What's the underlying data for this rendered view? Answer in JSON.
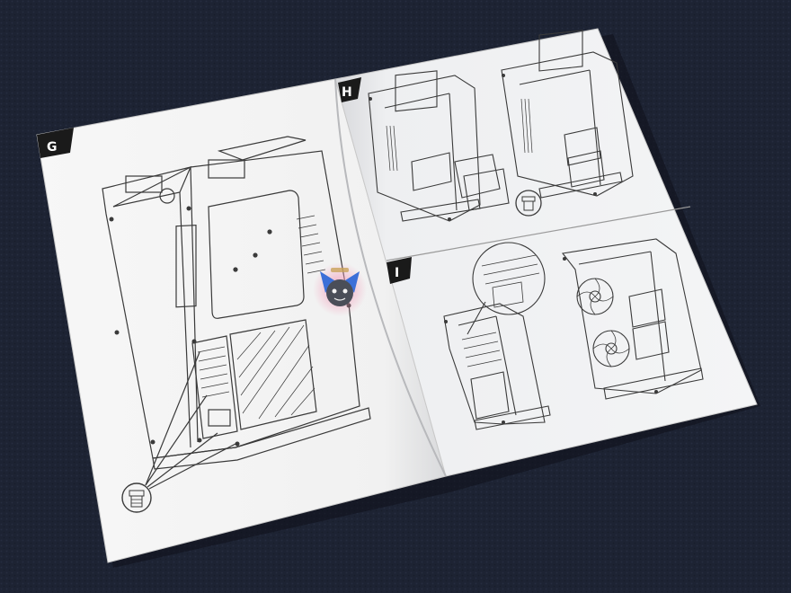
{
  "colors": {
    "backdrop": "#1d2333",
    "paper_left": "#f4f4f4",
    "paper_right": "#f0f1f3",
    "ink": "#3a3a3a",
    "tab": "#1a1a1a",
    "mascot_body": "#4a4e58",
    "mascot_ears": "#3b6fd8",
    "mascot_glow": "#f39ab8"
  },
  "manual": {
    "left_page": {
      "step": "G",
      "illustration": "pc-case-side-panel-screws",
      "callout": "screw-detail-icon"
    },
    "right_page": {
      "upper_panel": {
        "step": "H",
        "illustration": "pc-case-drive-bracket-install",
        "callout": "screw-detail-icon"
      },
      "lower_panel": {
        "step": "I",
        "illustration": "pc-case-fan-install",
        "callout": "magnify-detail-icon"
      }
    },
    "watermark": "mascot-watermark-icon"
  }
}
